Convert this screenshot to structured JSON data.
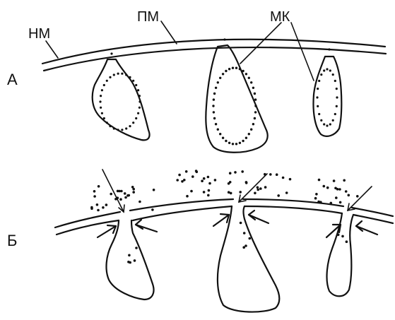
{
  "diagram": {
    "panel_labels": {
      "a": "А",
      "b": "Б"
    },
    "structure_labels": {
      "nm": "НМ",
      "pm": "ПМ",
      "mk": "МК"
    }
  }
}
